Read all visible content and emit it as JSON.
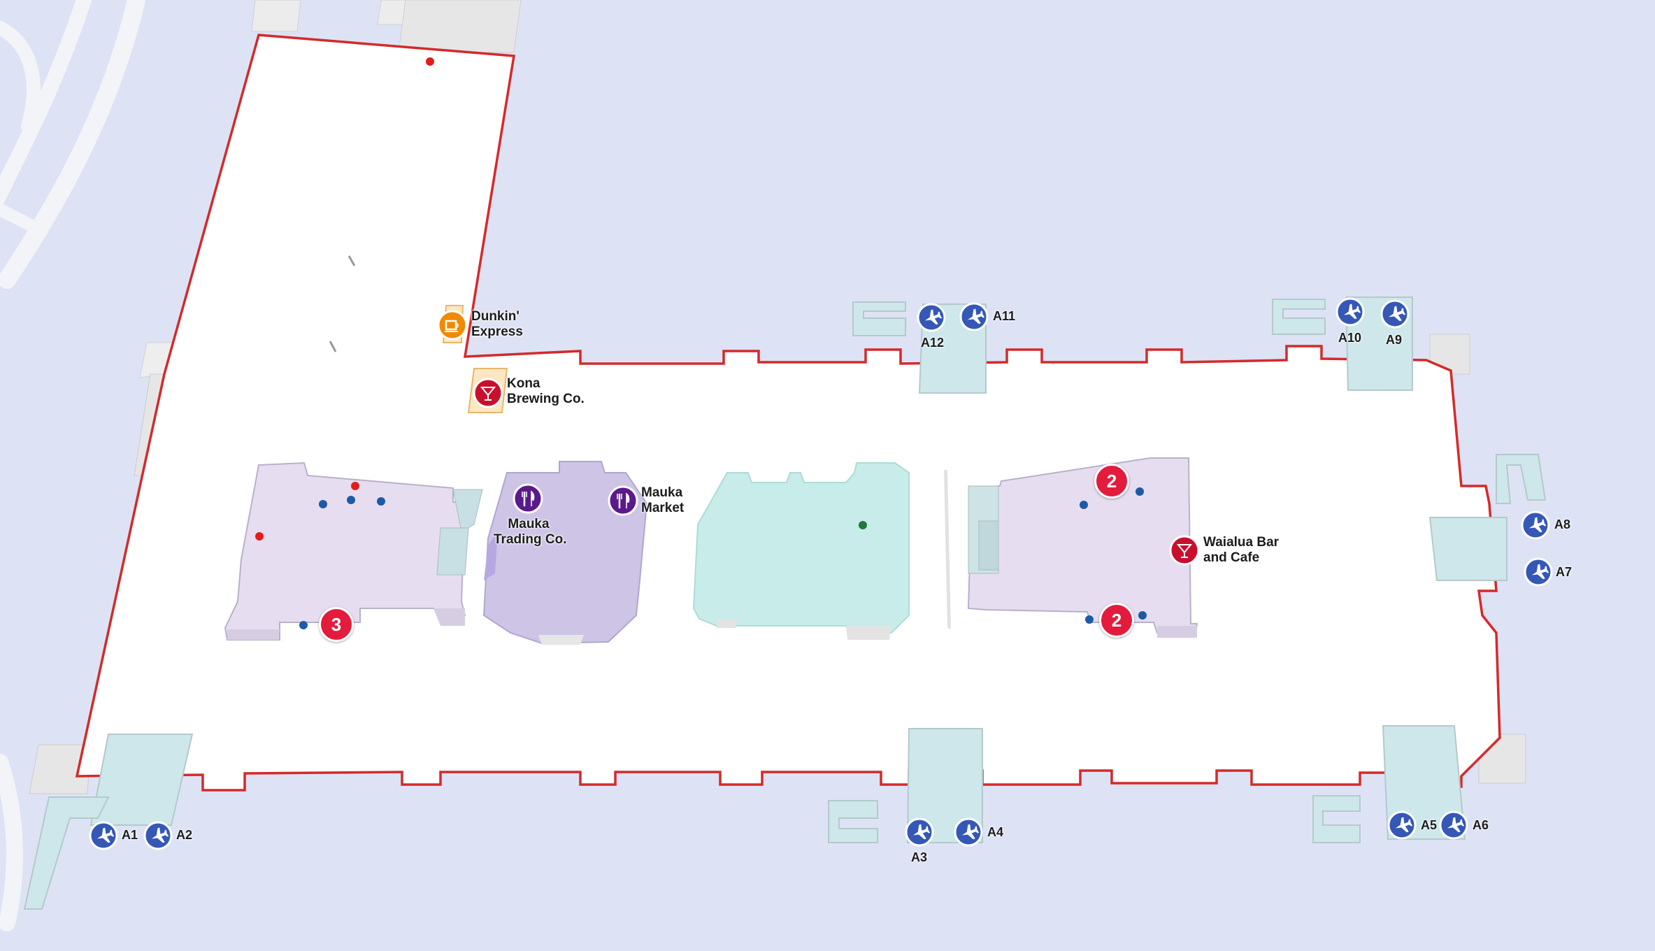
{
  "pois": {
    "dunkin": {
      "line1": "Dunkin'",
      "line2": "Express",
      "icon": "coffee-cup-icon",
      "color": "#f08a00"
    },
    "kona": {
      "line1": "Kona",
      "line2": "Brewing Co.",
      "icon": "cocktail-glass-icon",
      "color": "#c8102e"
    },
    "mauka_trading": {
      "line1": "Mauka",
      "line2": "Trading Co.",
      "icon": "fork-knife-icon",
      "color": "#5b1a8c"
    },
    "mauka_market": {
      "line1": "Mauka",
      "line2": "Market",
      "icon": "fork-knife-icon",
      "color": "#5b1a8c"
    },
    "waialua": {
      "line1": "Waialua Bar",
      "line2": "and Cafe",
      "icon": "cocktail-glass-icon",
      "color": "#c8102e"
    }
  },
  "gates": [
    "A1",
    "A2",
    "A3",
    "A4",
    "A5",
    "A6",
    "A7",
    "A8",
    "A9",
    "A10",
    "A11",
    "A12"
  ],
  "clusters": {
    "left": "3",
    "right_top": "2",
    "right_bottom": "2"
  },
  "colors": {
    "outline": "#d42a2a",
    "water": "#dde3f5",
    "floor": "#ffffff",
    "gate_area": "#cde7ea",
    "gate_icon": "#3558b6",
    "shop": "#e6def0",
    "food_court": "#cdc4e6",
    "hall": "#c7ece9",
    "cluster_badge": "#e31c3d"
  }
}
